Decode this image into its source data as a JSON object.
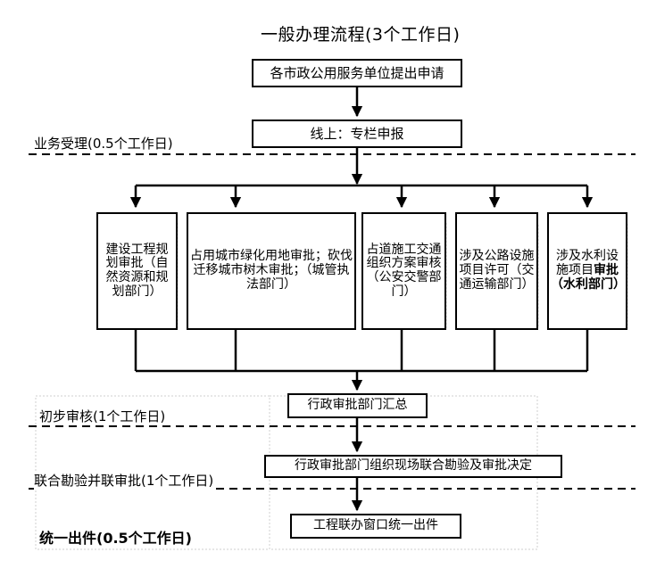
{
  "diagram": {
    "title": "一般办理流程(3个工作日)",
    "type": "flowchart",
    "lanes": [
      {
        "id": "accept",
        "label": "业务受理(0.5个工作日)",
        "bold": false
      },
      {
        "id": "review",
        "label": "初步审核(1个工作日)",
        "bold": false
      },
      {
        "id": "survey",
        "label": "联合勘验并联审批(1个工作日)",
        "bold": false
      },
      {
        "id": "issue",
        "label": "统一出件(0.5个工作日)",
        "bold": true
      }
    ],
    "nodes": {
      "apply": "各市政公用服务单位提出申请",
      "online": "线上：专栏申报",
      "summary": "行政审批部门汇总",
      "joint": "行政审批部门组织现场联合勘验及审批决定",
      "issue": "工程联办窗口统一出件"
    },
    "departments": [
      {
        "id": "dept-1",
        "text": "建设工程规划审批（自然资源和规划部门）",
        "bold": false
      },
      {
        "id": "dept-2",
        "text": "占用城市绿化用地审批；砍伐迁移城市树木审批；（城管执法部门）",
        "bold": false
      },
      {
        "id": "dept-3",
        "text": "占道施工交通组织方案审核（公安交警部门）",
        "bold": false
      },
      {
        "id": "dept-4",
        "text": "涉及公路设施项目许可（交通运输部门）",
        "bold": false
      },
      {
        "id": "dept-5",
        "text": "涉及水利设施项目",
        "bold_suffix": "审批（水利部门）"
      }
    ],
    "colors": {
      "line": "#000000",
      "background": "#ffffff",
      "guide": "#c8c8c8"
    }
  }
}
